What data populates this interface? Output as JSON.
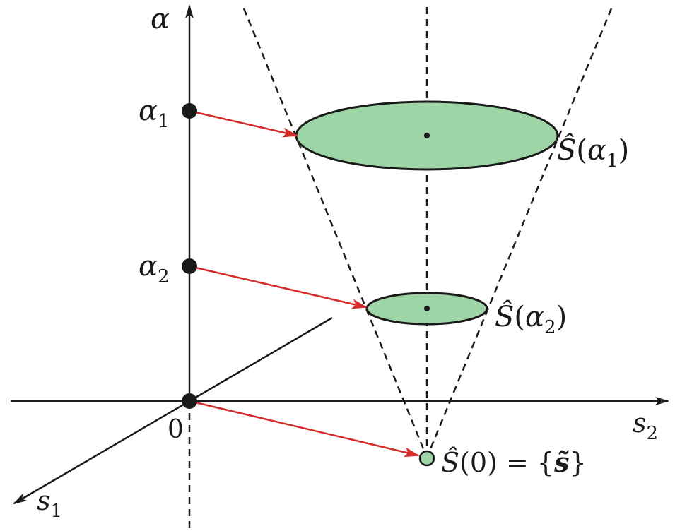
{
  "axes": {
    "alpha_label": "α",
    "s1_main": "s",
    "s1_sub": "1",
    "s2_main": "s",
    "s2_sub": "2",
    "origin_label": "0"
  },
  "levels": {
    "alpha1_main": "α",
    "alpha1_sub": "1",
    "alpha2_main": "α",
    "alpha2_sub": "2"
  },
  "sets": {
    "set1_label": {
      "S": "Ŝ",
      "open": "(",
      "arg": "α",
      "sub": "1",
      "close": ")"
    },
    "set2_label": {
      "S": "Ŝ",
      "open": "(",
      "arg": "α",
      "sub": "2",
      "close": ")"
    },
    "set0_label": {
      "S": "Ŝ",
      "text": "(0) = {",
      "s": "s̃",
      "close": "}"
    }
  },
  "colors": {
    "fill": "#9dd5a6",
    "arrow": "#d42a2a",
    "ink": "#1a1a1a"
  }
}
